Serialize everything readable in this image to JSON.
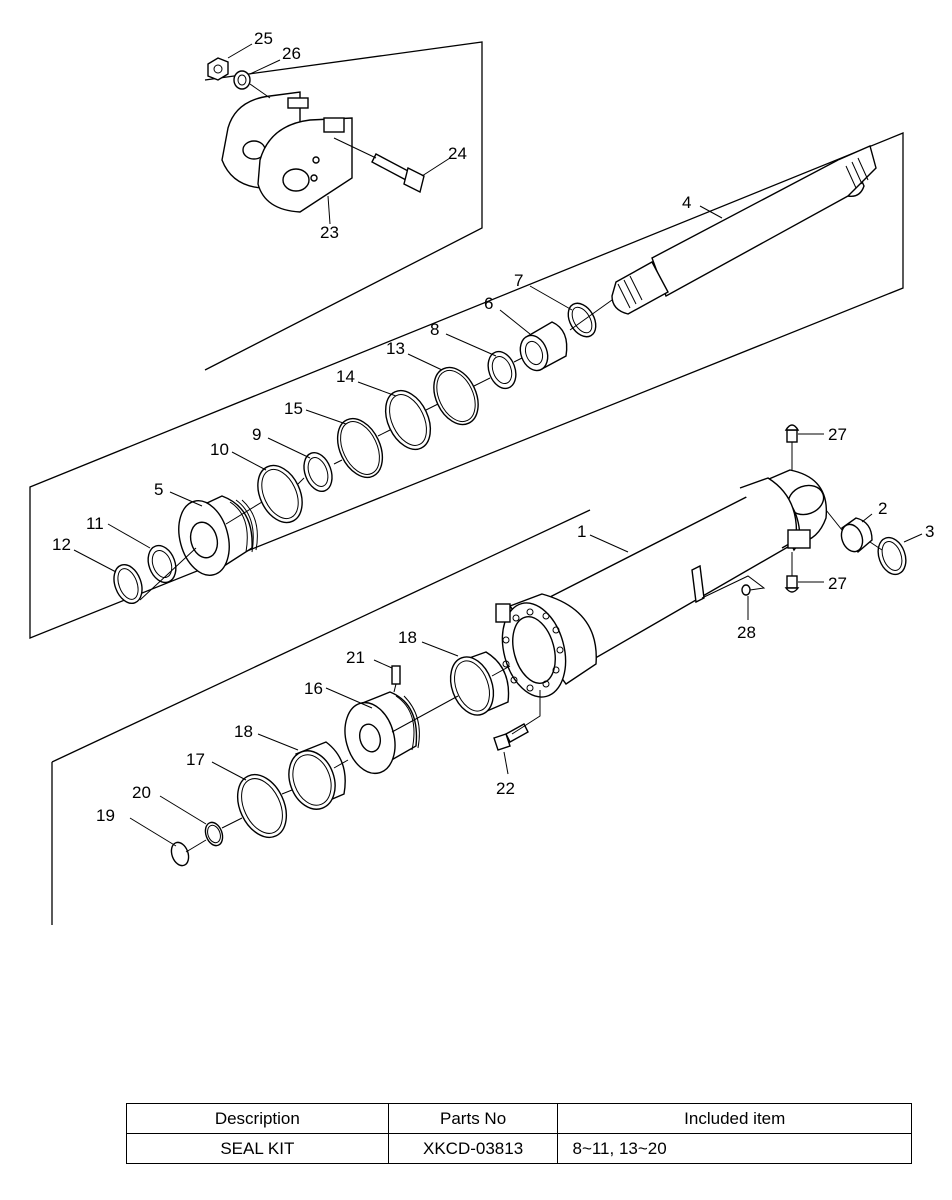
{
  "diagram": {
    "callouts": [
      "1",
      "2",
      "3",
      "4",
      "5",
      "6",
      "7",
      "8",
      "9",
      "10",
      "11",
      "12",
      "13",
      "14",
      "15",
      "16",
      "17",
      "18",
      "18",
      "19",
      "20",
      "21",
      "22",
      "23",
      "24",
      "25",
      "26",
      "27",
      "27",
      "28"
    ]
  },
  "kit_table": {
    "headers": [
      "Description",
      "Parts No",
      "Included item"
    ],
    "rows": [
      [
        "SEAL KIT",
        "XKCD-03813",
        "8~11, 13~20"
      ]
    ]
  }
}
